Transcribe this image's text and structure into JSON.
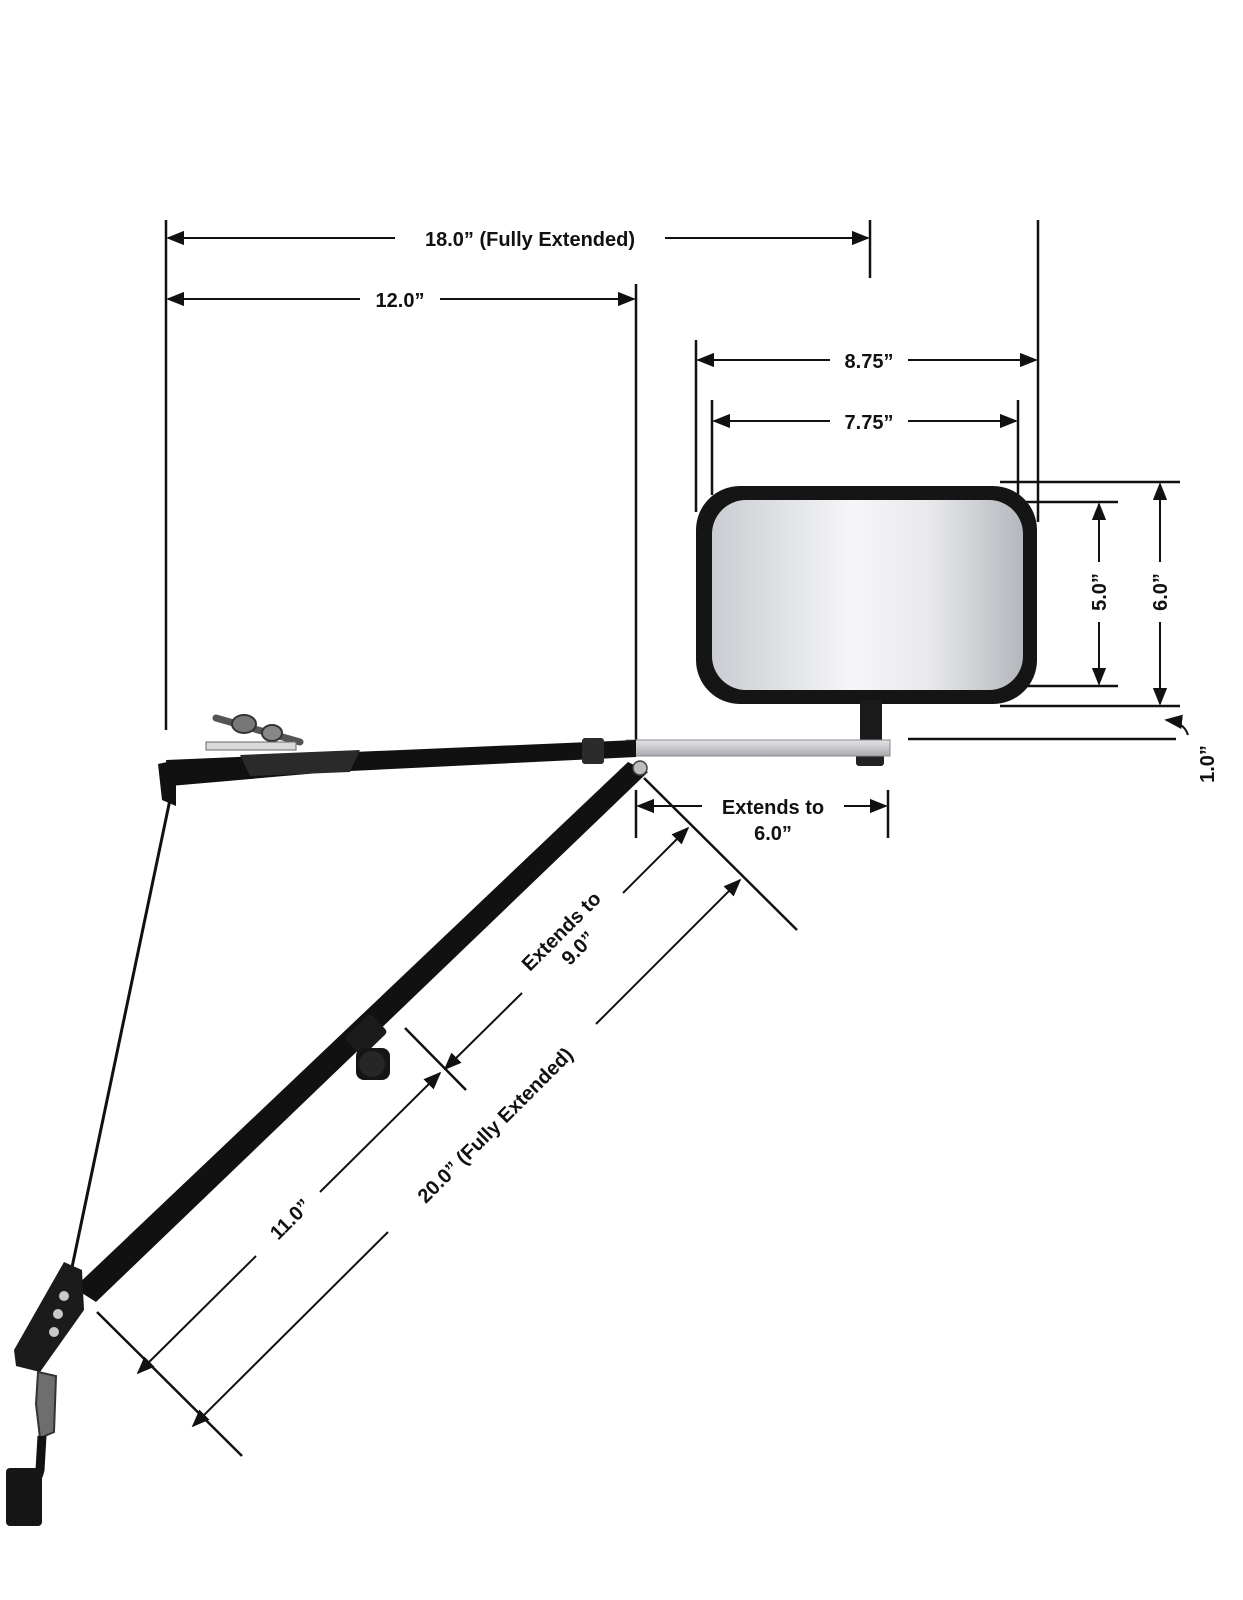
{
  "diagram": {
    "dimensions": {
      "fully_extended_width": "18.0” (Fully Extended)",
      "arm_width": "12.0”",
      "mirror_outer_width": "8.75”",
      "mirror_glass_width": "7.75”",
      "mirror_glass_height": "5.0”",
      "mirror_outer_height": "6.0”",
      "offset": "1.0”",
      "extends_horizontal_line1": "Extends to",
      "extends_horizontal_line2": "6.0”",
      "extends_diagonal_line1": "Extends to",
      "extends_diagonal_line2": "9.0”",
      "brace_length": "11.0”",
      "brace_fully_extended": "20.0” (Fully Extended)"
    },
    "colors": {
      "arm": "#111111",
      "extension": "#c8c8cc",
      "mirror_frame": "#151515",
      "glass_light": "#f4f4f6",
      "glass_dark": "#b9bcc2"
    }
  }
}
